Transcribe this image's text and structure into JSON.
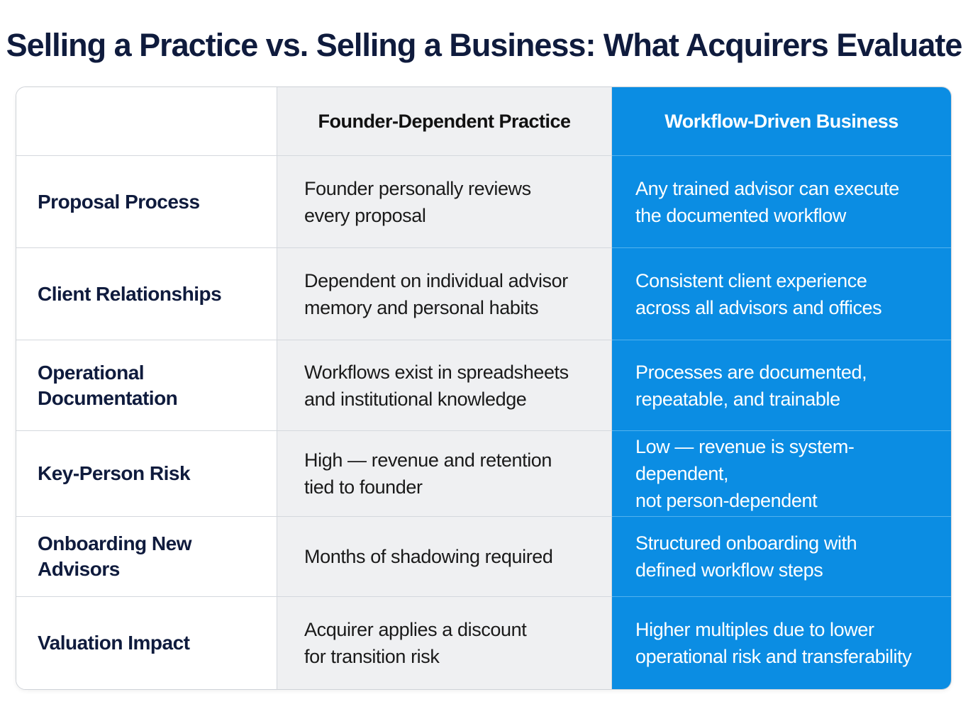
{
  "title": "Selling a Practice vs. Selling a Business: What Acquirers Evaluate",
  "columns": {
    "label": "",
    "practice": "Founder-Dependent Practice",
    "business": "Workflow-Driven Business"
  },
  "rows": [
    {
      "label": [
        "Proposal Process"
      ],
      "practice": [
        "Founder personally reviews",
        "every proposal"
      ],
      "business": [
        "Any trained advisor can execute",
        "the documented workflow"
      ]
    },
    {
      "label": [
        "Client Relationships"
      ],
      "practice": [
        "Dependent on individual advisor",
        "memory and personal habits"
      ],
      "business": [
        "Consistent client experience",
        "across all advisors and offices"
      ]
    },
    {
      "label": [
        "Operational",
        "Documentation"
      ],
      "practice": [
        "Workflows exist in spreadsheets",
        "and institutional knowledge"
      ],
      "business": [
        "Processes are documented,",
        "repeatable, and trainable"
      ]
    },
    {
      "label": [
        "Key-Person Risk"
      ],
      "practice": [
        "High — revenue and retention",
        "tied to founder"
      ],
      "business": [
        "Low — revenue is system-dependent,",
        "not person-dependent"
      ]
    },
    {
      "label": [
        "Onboarding New Advisors"
      ],
      "practice": [
        "Months of shadowing required"
      ],
      "business": [
        "Structured onboarding with",
        "defined workflow steps"
      ]
    },
    {
      "label": [
        "Valuation Impact"
      ],
      "practice": [
        "Acquirer applies a discount",
        "for transition risk"
      ],
      "business": [
        "Higher multiples due to lower",
        "operational risk and transferability"
      ]
    }
  ],
  "colors": {
    "title": "#0f1b3d",
    "practice_bg": "#eff0f2",
    "business_bg": "#0b8de3",
    "label_text": "#0f1b3d"
  }
}
